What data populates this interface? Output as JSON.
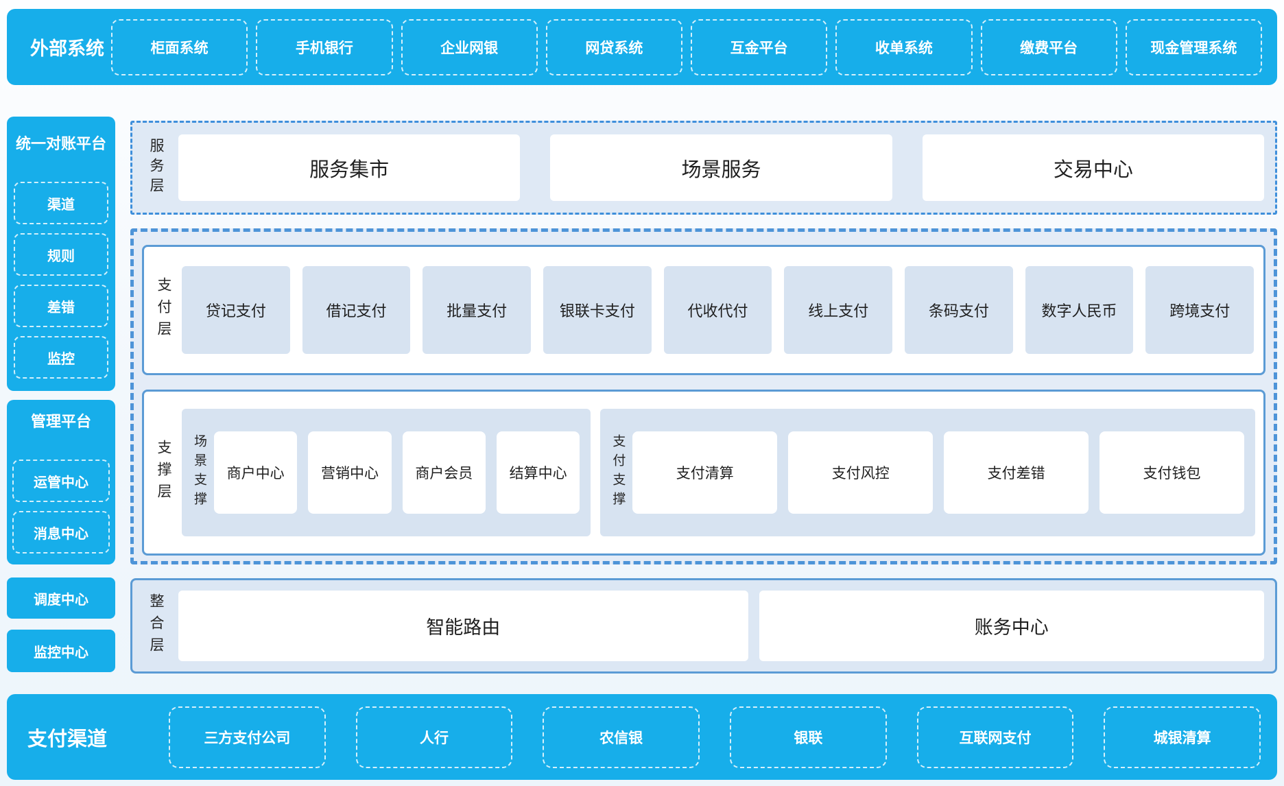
{
  "colors": {
    "accent_blue": "#17AEEA",
    "panel_light_blue": "#DCE7F4",
    "item_light_blue": "#D7E3F1",
    "solid_border_blue": "#5B9BD5",
    "dashed_border_blue": "#4E94D8",
    "text_dark": "#1F1F1F",
    "text_white": "#FFFFFF"
  },
  "external_systems": {
    "label": "外部系统",
    "items": [
      "柜面系统",
      "手机银行",
      "企业网银",
      "网贷系统",
      "互金平台",
      "收单系统",
      "缴费平台",
      "现金管理系统"
    ]
  },
  "reconciliation_platform": {
    "title": "统一对账平台",
    "items": [
      "渠道",
      "规则",
      "差错",
      "监控"
    ]
  },
  "management_platform": {
    "title": "管理平台",
    "items": [
      "运管中心",
      "消息中心"
    ]
  },
  "dispatch_center": "调度中心",
  "monitor_center": "监控中心",
  "service_layer": {
    "label": "服务层",
    "items": [
      "服务集市",
      "场景服务",
      "交易中心"
    ]
  },
  "payment_layer": {
    "label": "支付层",
    "items": [
      "贷记支付",
      "借记支付",
      "批量支付",
      "银联卡支付",
      "代收代付",
      "线上支付",
      "条码支付",
      "数字人民币",
      "跨境支付"
    ]
  },
  "support_layer": {
    "label": "支撑层",
    "groups": [
      {
        "label": "场景支撑",
        "items": [
          "商户中心",
          "营销中心",
          "商户会员",
          "结算中心"
        ]
      },
      {
        "label": "支付支撑",
        "items": [
          "支付清算",
          "支付风控",
          "支付差错",
          "支付钱包"
        ]
      }
    ]
  },
  "integration_layer": {
    "label": "整合层",
    "items": [
      "智能路由",
      "账务中心"
    ]
  },
  "payment_channels": {
    "label": "支付渠道",
    "items": [
      "三方支付公司",
      "人行",
      "农信银",
      "银联",
      "互联网支付",
      "城银清算"
    ]
  }
}
